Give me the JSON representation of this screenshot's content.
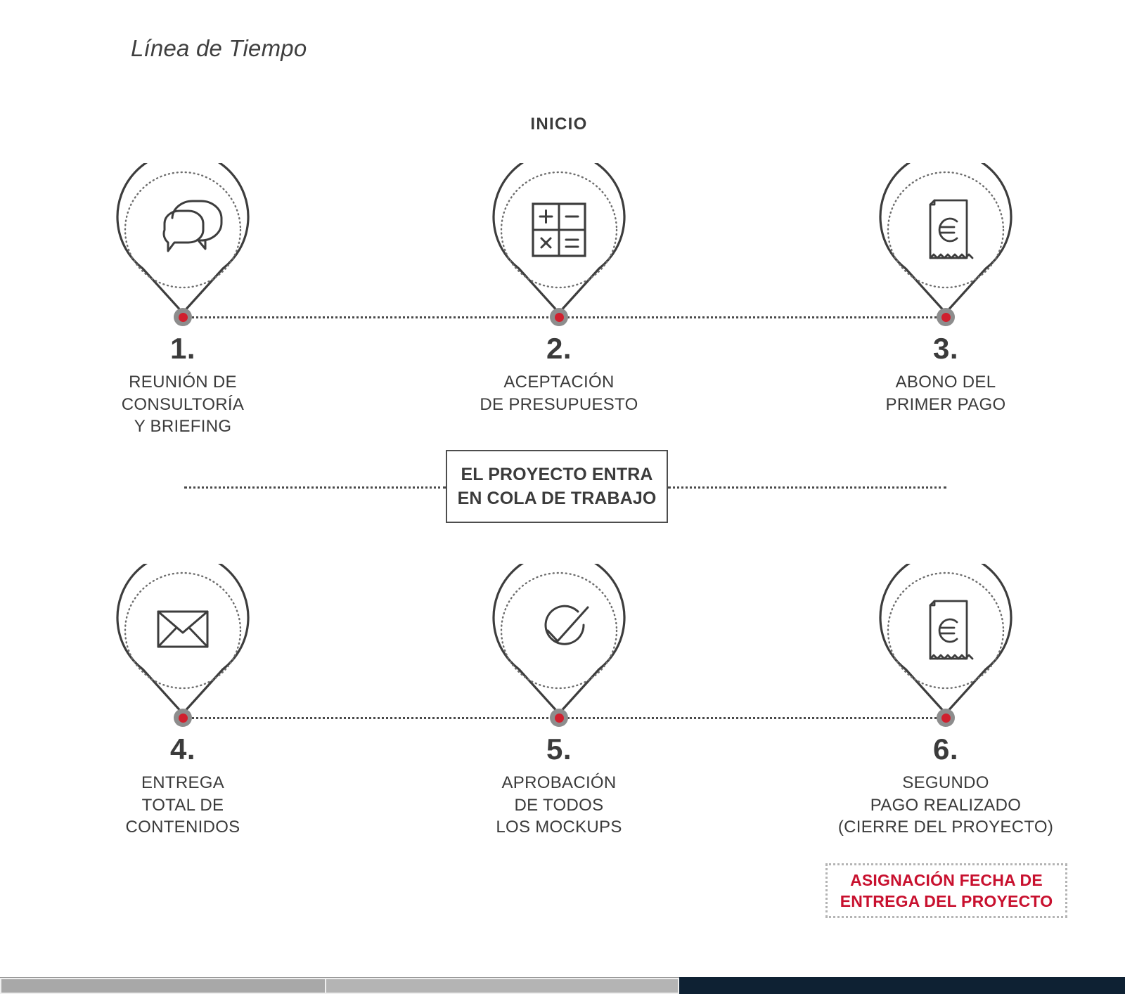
{
  "title": "Línea de Tiempo",
  "start_label": "INICIO",
  "colors": {
    "ink": "#3b3b3b",
    "line": "#4a4a4a",
    "anchor_ring": "#8d8d8d",
    "anchor_dot": "#d0202e",
    "accent_red": "#c8102e",
    "background": "#ffffff"
  },
  "steps": [
    {
      "number": "1.",
      "icon": "chat-bubbles-icon",
      "label_lines": [
        "REUNIÓN DE",
        "CONSULTORÍA",
        "Y BRIEFING"
      ]
    },
    {
      "number": "2.",
      "icon": "calculator-icon",
      "label_lines": [
        "ACEPTACIÓN",
        "DE PRESUPUESTO"
      ]
    },
    {
      "number": "3.",
      "icon": "euro-receipt-icon",
      "label_lines": [
        "ABONO DEL",
        "PRIMER PAGO"
      ]
    },
    {
      "number": "4.",
      "icon": "envelope-icon",
      "label_lines": [
        "ENTREGA",
        "TOTAL DE",
        "CONTENIDOS"
      ]
    },
    {
      "number": "5.",
      "icon": "check-circle-icon",
      "label_lines": [
        "APROBACIÓN",
        "DE TODOS",
        "LOS MOCKUPS"
      ]
    },
    {
      "number": "6.",
      "icon": "euro-receipt-icon",
      "label_lines": [
        "SEGUNDO",
        "PAGO REALIZADO",
        "(CIERRE DEL PROYECTO)"
      ]
    }
  ],
  "queue_box": {
    "line_1": "EL PROYECTO ENTRA",
    "line_2": "EN COLA DE TRABAJO"
  },
  "callout": {
    "line_1": "ASIGNACIÓN FECHA DE",
    "line_2": "ENTREGA DEL PROYECTO"
  }
}
